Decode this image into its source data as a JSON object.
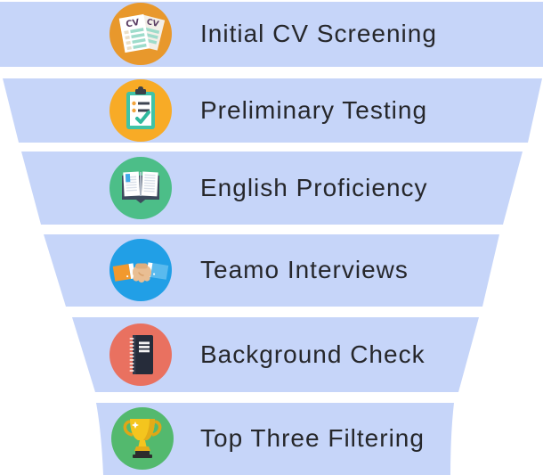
{
  "funnel": {
    "background_color": "#ffffff",
    "bar_color": "#c6d5f9",
    "text_color": "#26272b",
    "stages": [
      {
        "label": "Initial CV Screening",
        "icon": "cv-documents-icon",
        "icon_bg": "#e8982c"
      },
      {
        "label": "Preliminary Testing",
        "icon": "clipboard-checklist-icon",
        "icon_bg": "#f8ab26"
      },
      {
        "label": "English Proficiency",
        "icon": "open-book-icon",
        "icon_bg": "#4cbe88"
      },
      {
        "label": "Teamo Interviews",
        "icon": "handshake-icon",
        "icon_bg": "#219fe6"
      },
      {
        "label": "Background Check",
        "icon": "notebook-icon",
        "icon_bg": "#e97160"
      },
      {
        "label": "Top Three Filtering",
        "icon": "trophy-icon",
        "icon_bg": "#53b96e"
      }
    ]
  }
}
